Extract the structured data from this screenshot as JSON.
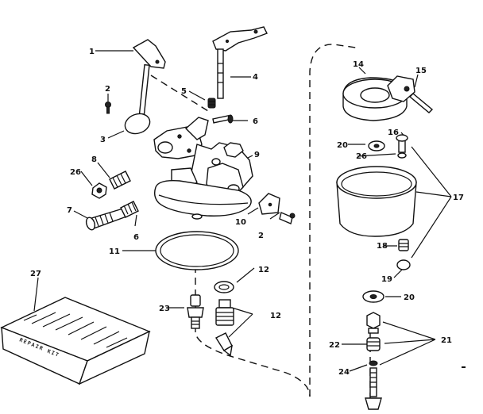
{
  "labels": [
    {
      "key": "l1",
      "text": "1"
    },
    {
      "key": "l2a",
      "text": "2"
    },
    {
      "key": "l2b",
      "text": "2"
    },
    {
      "key": "l3",
      "text": "3"
    },
    {
      "key": "l4",
      "text": "4"
    },
    {
      "key": "l5",
      "text": "5"
    },
    {
      "key": "l6a",
      "text": "6"
    },
    {
      "key": "l6b",
      "text": "6"
    },
    {
      "key": "l7",
      "text": "7"
    },
    {
      "key": "l8",
      "text": "8"
    },
    {
      "key": "l9",
      "text": "9"
    },
    {
      "key": "l10",
      "text": "10"
    },
    {
      "key": "l11",
      "text": "11"
    },
    {
      "key": "l12a",
      "text": "12"
    },
    {
      "key": "l12b",
      "text": "12"
    },
    {
      "key": "l14",
      "text": "14"
    },
    {
      "key": "l15",
      "text": "15"
    },
    {
      "key": "l16",
      "text": "16"
    },
    {
      "key": "l17",
      "text": "17"
    },
    {
      "key": "l18",
      "text": "18"
    },
    {
      "key": "l19",
      "text": "19"
    },
    {
      "key": "l20a",
      "text": "20"
    },
    {
      "key": "l20b",
      "text": "20"
    },
    {
      "key": "l21",
      "text": "21"
    },
    {
      "key": "l22",
      "text": "22"
    },
    {
      "key": "l23",
      "text": "23"
    },
    {
      "key": "l24",
      "text": "24"
    },
    {
      "key": "l26a",
      "text": "26"
    },
    {
      "key": "l26b",
      "text": "26"
    },
    {
      "key": "l27",
      "text": "27"
    }
  ],
  "repair_kit_text": "REPAIR KIT"
}
